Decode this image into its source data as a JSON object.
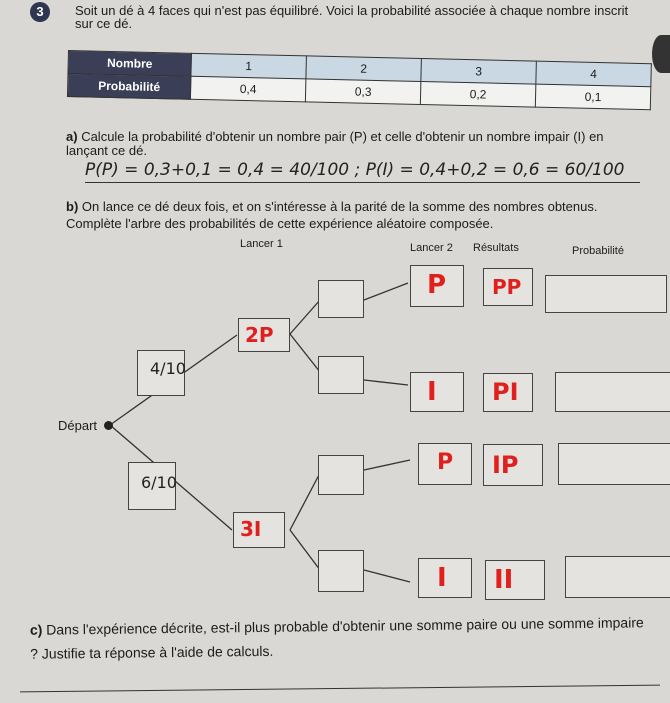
{
  "exercise_number": "3",
  "intro": "Soit un dé à 4 faces qui n'est pas équilibré. Voici la probabilité associée à chaque nombre inscrit sur ce dé.",
  "table": {
    "headers": [
      "Nombre",
      "Probabilité"
    ],
    "numbers": [
      "1",
      "2",
      "3",
      "4"
    ],
    "probabilities": [
      "0,4",
      "0,3",
      "0,2",
      "0,1"
    ]
  },
  "question_a": {
    "label": "a)",
    "text": "Calcule la probabilité d'obtenir un nombre pair (P) et celle d'obtenir un nombre impair (I) en lançant ce dé.",
    "answer": "P(P) = 0,3+0,1 = 0,4 = 40/100 ; P(I) = 0,4+0,2 = 0,6 = 60/100"
  },
  "question_b": {
    "label": "b)",
    "text": "On lance ce dé deux fois, et on s'intéresse à la parité de la somme des nombres obtenus. Complète l'arbre des probabilités de cette expérience aléatoire composée."
  },
  "tree": {
    "headers": {
      "lancer1": "Lancer 1",
      "lancer2": "Lancer 2",
      "resultats": "Résultats",
      "probabilite": "Probabilité"
    },
    "start": "Départ",
    "branch1_probs": [
      "4/10",
      "6/10"
    ],
    "lancer1": [
      "2P",
      "3I"
    ],
    "lancer2": [
      "P",
      "I",
      "P",
      "I"
    ],
    "resultats": [
      "PP",
      "PI",
      "IP",
      "II"
    ],
    "accent": "#e0201c"
  },
  "question_c": {
    "label": "c)",
    "text": "Dans l'expérience décrite, est-il plus probable d'obtenir une somme paire ou une somme impaire ? Justifie ta réponse à l'aide de calculs."
  }
}
